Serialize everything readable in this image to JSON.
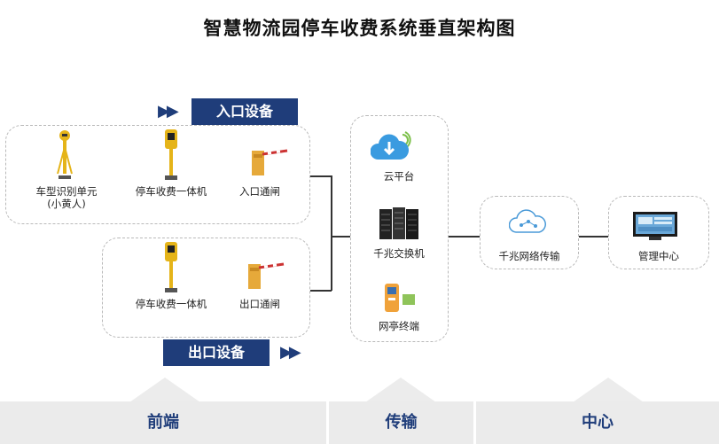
{
  "title": "智慧物流园停车收费系统垂直架构图",
  "banners": {
    "entrance": "入口设备",
    "exit": "出口设备"
  },
  "entrance_devices": [
    {
      "name": "车型识别单元",
      "sub": "(小黄人)",
      "icon": "vehicle-recognition-pole-icon"
    },
    {
      "name": "停车收费一体机",
      "icon": "parking-payment-terminal-icon"
    },
    {
      "name": "入口通闸",
      "icon": "barrier-gate-icon"
    }
  ],
  "exit_devices": [
    {
      "name": "停车收费一体机",
      "icon": "parking-payment-terminal-icon"
    },
    {
      "name": "出口通闸",
      "icon": "barrier-gate-icon"
    }
  ],
  "transport_devices": [
    {
      "name": "云平台",
      "icon": "cloud-platform-icon"
    },
    {
      "name": "千兆交换机",
      "icon": "server-rack-icon"
    },
    {
      "name": "网亭终端",
      "icon": "kiosk-terminal-icon"
    }
  ],
  "network": {
    "name": "千兆网络传输",
    "icon": "network-cloud-icon"
  },
  "center": {
    "name": "管理中心",
    "icon": "monitor-icon"
  },
  "footer": {
    "front": "前端",
    "transport": "传输",
    "center": "中心"
  },
  "colors": {
    "banner": "#1f3d7a",
    "accent_yellow": "#e5b419",
    "footer_bg": "#ebebeb"
  }
}
